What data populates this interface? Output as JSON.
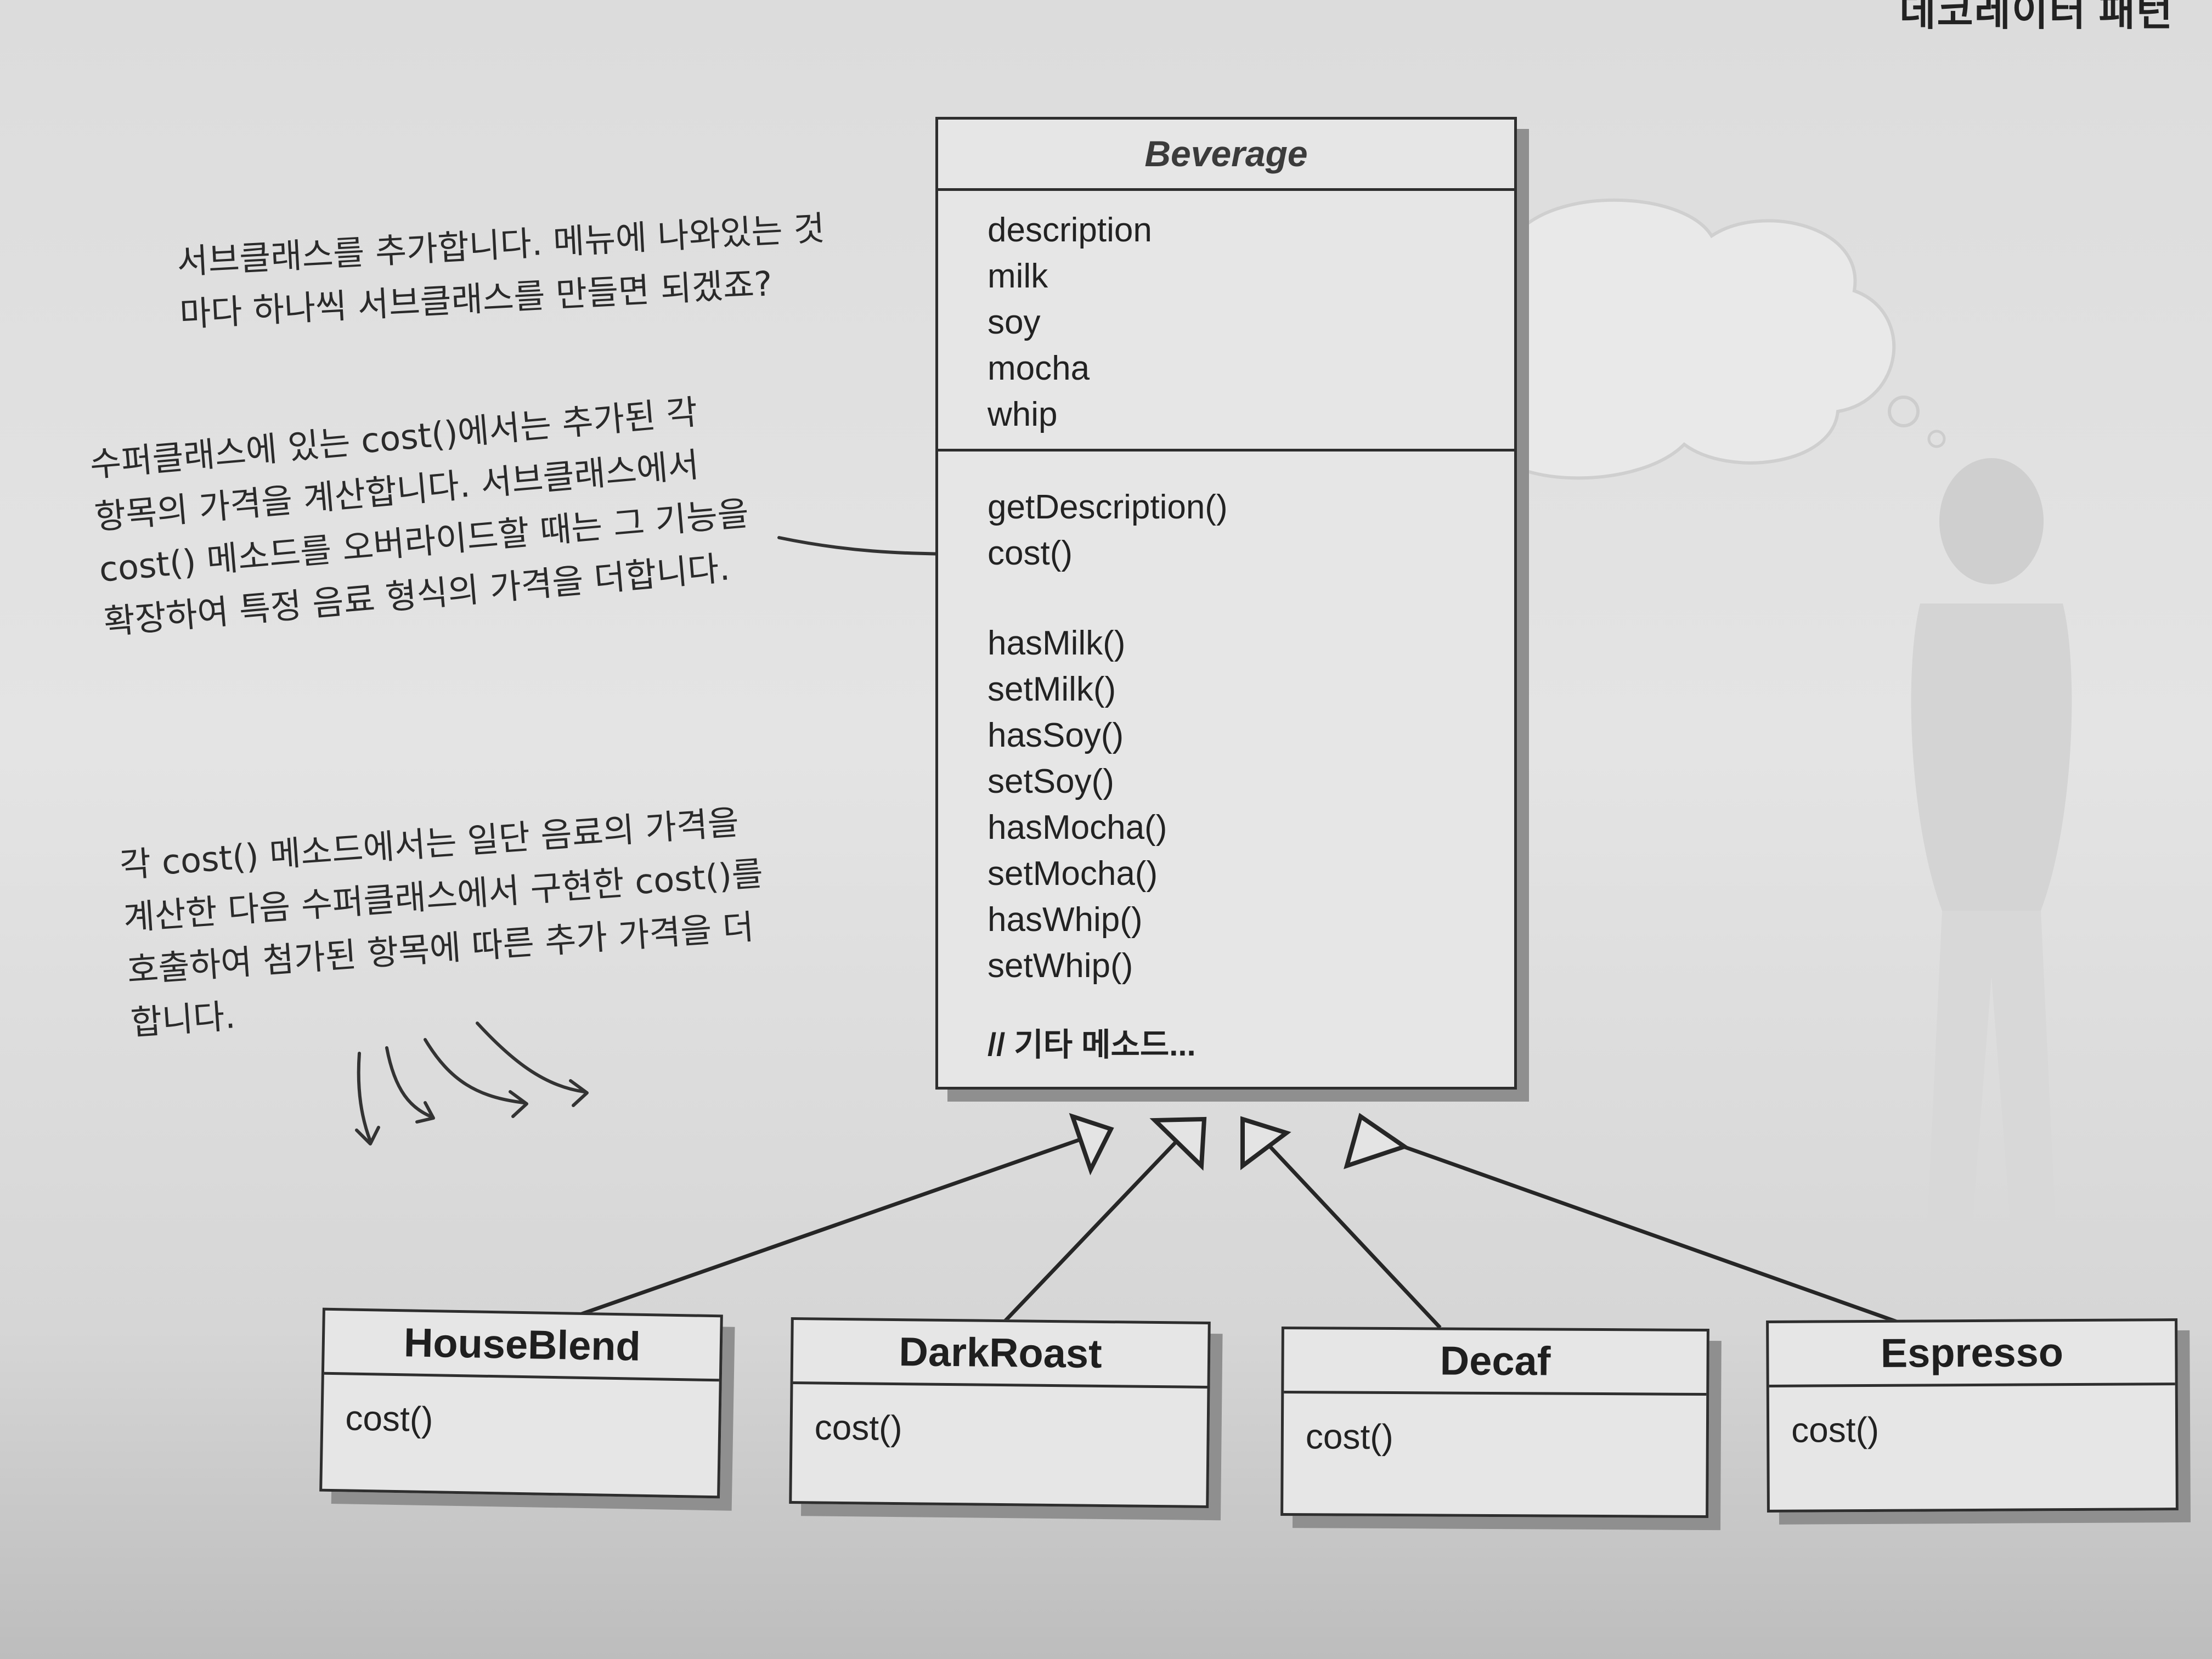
{
  "page": {
    "header": "데코레이터 패턴"
  },
  "superclass": {
    "name": "Beverage",
    "fields": [
      "description",
      "milk",
      "soy",
      "mocha",
      "whip"
    ],
    "core_methods": [
      "getDescription()",
      "cost()"
    ],
    "condiment_methods": [
      "hasMilk()",
      "setMilk()",
      "hasSoy()",
      "setSoy()",
      "hasMocha()",
      "setMocha()",
      "hasWhip()",
      "setWhip()"
    ],
    "other_methods": "// 기타 메소드..."
  },
  "subclasses": [
    {
      "name": "HouseBlend",
      "method": "cost()"
    },
    {
      "name": "DarkRoast",
      "method": "cost()"
    },
    {
      "name": "Decaf",
      "method": "cost()"
    },
    {
      "name": "Espresso",
      "method": "cost()"
    }
  ],
  "annotations": {
    "add_subclasses": [
      "서브클래스를 추가합니다. 메뉴에 나와있는 것",
      "마다 하나씩 서브클래스를 만들면 되겠죠?"
    ],
    "superclass_cost": [
      "수퍼클래스에 있는 cost()에서는 추가된 각",
      "항목의 가격을 계산합니다. 서브클래스에서",
      "cost() 메소드를 오버라이드할 때는 그 기능을",
      "확장하여 특정 음료 형식의 가격을 더합니다."
    ],
    "subclass_cost": [
      "각 cost() 메소드에서는 일단 음료의 가격을",
      "계산한 다음 수퍼클래스에서 구현한 cost()를",
      "호출하여 첨가된 항목에 따른 추가 가격을 더",
      "합니다."
    ]
  }
}
